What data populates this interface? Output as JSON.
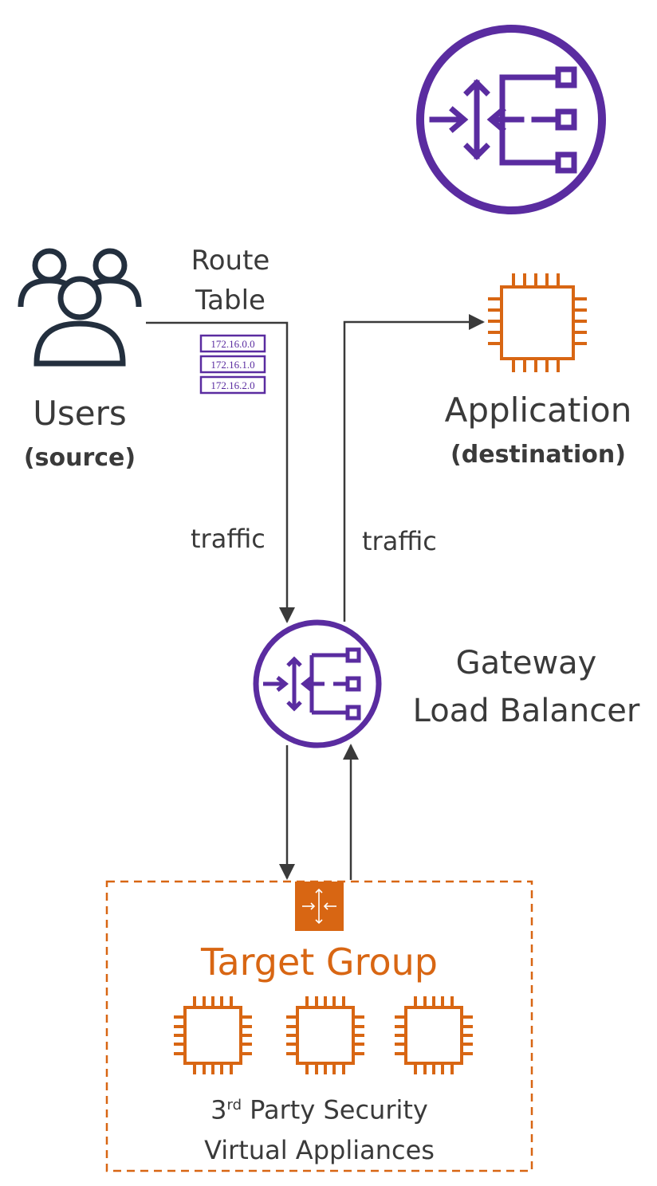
{
  "nodes": {
    "users": {
      "label": "Users",
      "sublabel": "(source)"
    },
    "route_table": {
      "label_line1": "Route",
      "label_line2": "Table",
      "entries": [
        "172.16.0.0",
        "172.16.1.0",
        "172.16.2.0"
      ]
    },
    "application": {
      "label": "Application",
      "sublabel": "(destination)"
    },
    "gateway_lb": {
      "label_line1": "Gateway",
      "label_line2": "Load Balancer"
    },
    "target_group": {
      "label": "Target Group",
      "appliances_line1_prefix": "3",
      "appliances_line1_sup": "rd",
      "appliances_line1_suffix": " Party Security",
      "appliances_line2": "Virtual Appliances"
    }
  },
  "edges": {
    "traffic_in": "traffic",
    "traffic_out": "traffic"
  },
  "colors": {
    "purple": "#5a2ca0",
    "orange": "#d86613",
    "text": "#3a3a3a",
    "line": "#3a3a3a",
    "icon_dark": "#232f3e"
  }
}
